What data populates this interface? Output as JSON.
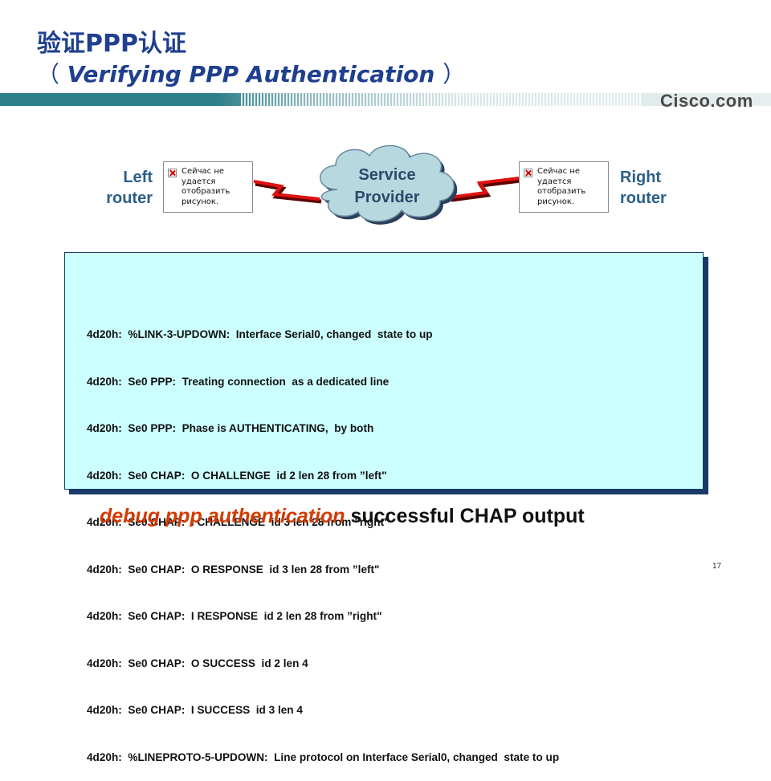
{
  "slide": {
    "title_zh": "验证PPP认证",
    "title_en_open": "（",
    "title_en": " Verifying PPP Authentication ",
    "title_en_close": "）",
    "logo_text": "Cisco.com",
    "page_number": "17"
  },
  "diagram": {
    "left_router_label": [
      "Left",
      "router"
    ],
    "right_router_label": [
      "Right",
      "router"
    ],
    "cloud_label": [
      "Service",
      "Provider"
    ],
    "image_placeholder_text": [
      "Сейчас не",
      "удается",
      "отобразить",
      "рисунок."
    ],
    "link_color": "#e01010",
    "cloud_color": "#b8d8e0"
  },
  "debug_output": [
    "4d20h:  %LINK-3-UPDOWN:  Interface Serial0, changed  state to up",
    "4d20h:  Se0 PPP:  Treating connection  as a dedicated line",
    "4d20h:  Se0 PPP:  Phase is AUTHENTICATING,  by both",
    "4d20h:  Se0 CHAP:  O CHALLENGE  id 2 len 28 from ”left\"",
    "4d20h:  Se0 CHAP:  I CHALLENGE  id 3 len 28 from ”right\"",
    "4d20h:  Se0 CHAP:  O RESPONSE  id 3 len 28 from ”left\"",
    "4d20h:  Se0 CHAP:  I RESPONSE  id 2 len 28 from ”right\"",
    "4d20h:  Se0 CHAP:  O SUCCESS  id 2 len 4",
    "4d20h:  Se0 CHAP:  I SUCCESS  id 3 len 4",
    "4d20h:  %LINEPROTO-5-UPDOWN:  Line protocol on Interface Serial0, changed  state to up"
  ],
  "caption": {
    "command": "debug ppp authentication",
    "rest": " successful CHAP output"
  }
}
